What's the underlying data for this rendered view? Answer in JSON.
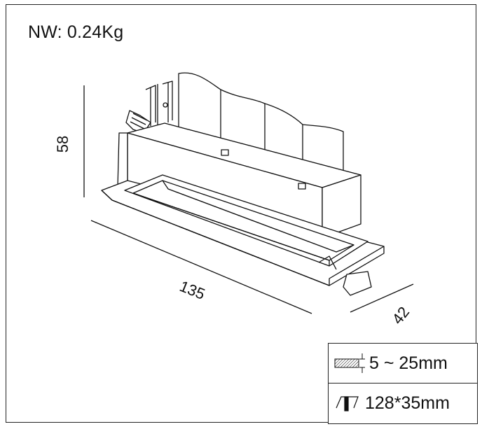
{
  "net_weight": "NW: 0.24Kg",
  "dimensions": {
    "height": "58",
    "length": "135",
    "width": "42"
  },
  "specs": {
    "ceiling_thickness": {
      "icon": "ceiling-thickness-icon",
      "value": "5 ~ 25mm"
    },
    "cutout": {
      "icon": "cutout-icon",
      "value": "128*35mm"
    }
  }
}
